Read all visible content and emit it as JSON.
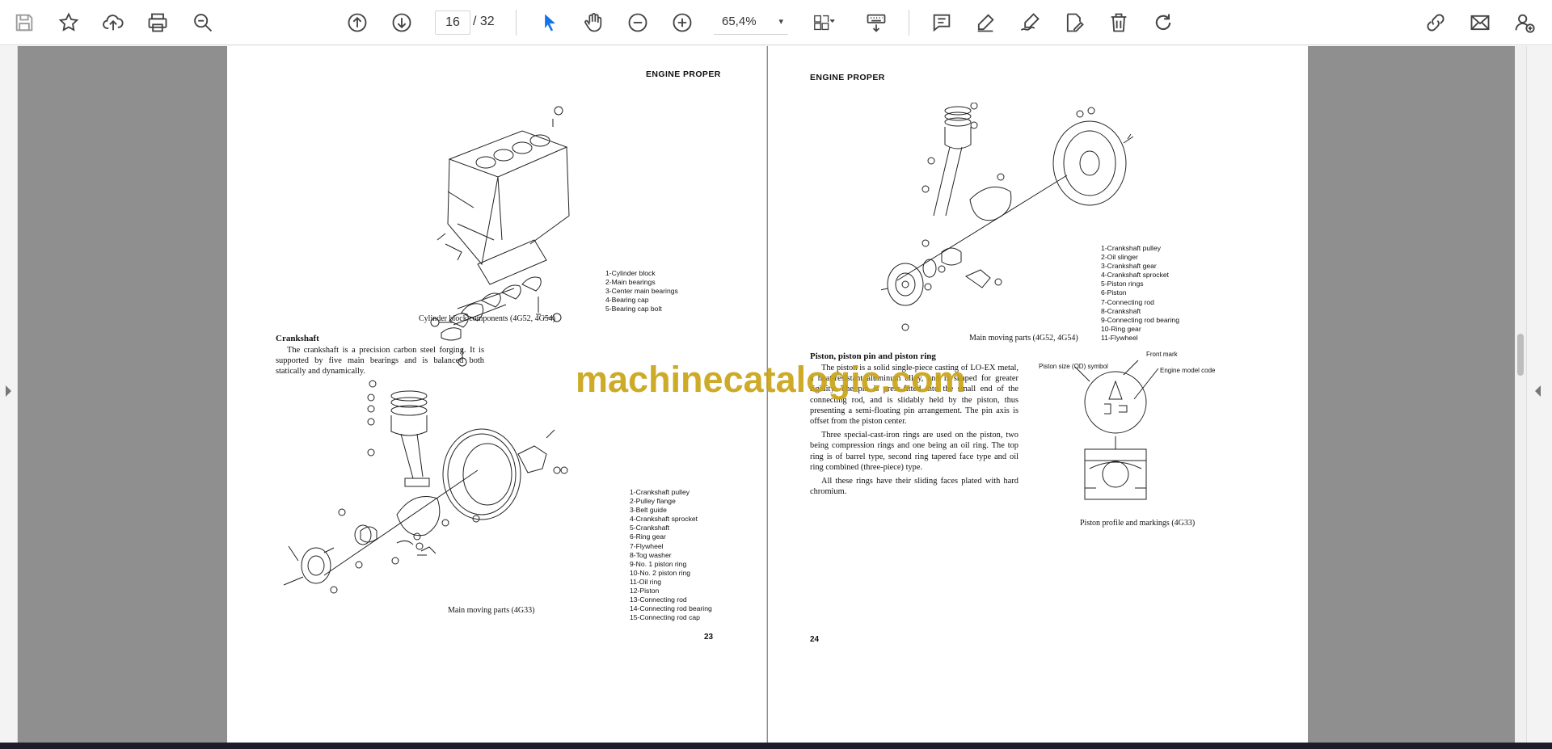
{
  "toolbar": {
    "current_page": "16",
    "total_pages": "/ 32",
    "zoom": "65,4%",
    "zoom_caret": "▾",
    "accent_color": "#1473e6"
  },
  "left_page": {
    "running_head": "ENGINE PROPER",
    "figure1_caption": "Cylinder block components (4G52, 4G54)",
    "figure1_legend": [
      "1-Cylinder block",
      "2-Main bearings",
      "3-Center main bearings",
      "4-Bearing cap",
      "5-Bearing cap bolt"
    ],
    "section_heading": "Crankshaft",
    "section_text": "The crankshaft is a precision carbon steel forging. It is supported by five main bearings and is balanced both statically and dynamically.",
    "figure2_caption": "Main moving parts (4G33)",
    "figure2_legend": [
      "1-Crankshaft pulley",
      "2-Pulley flange",
      "3-Belt guide",
      "4-Crankshaft sprocket",
      "5-Crankshaft",
      "6-Ring gear",
      "7-Flywheel",
      "8-Tog washer",
      "9-No. 1 piston ring",
      "10-No. 2 piston ring",
      "11-Oil ring",
      "12-Piston",
      "13-Connecting rod",
      "14-Connecting rod bearing",
      "15-Connecting rod cap"
    ],
    "page_number": "23"
  },
  "right_page": {
    "running_head": "ENGINE PROPER",
    "figure1_caption": "Main moving parts (4G52, 4G54)",
    "figure1_legend": [
      "1-Crankshaft pulley",
      "2-Oil slinger",
      "3-Crankshaft gear",
      "4-Crankshaft sprocket",
      "5-Piston rings",
      "6-Piston",
      "7-Connecting rod",
      "8-Crankshaft",
      "9-Connecting rod bearing",
      "10-Ring gear",
      "11-Flywheel"
    ],
    "section_heading": "Piston, piston pin and piston ring",
    "paragraphs": [
      "The piston is a solid single-piece casting of LO-EX metal, a heat-resistant aluminum alloy, and is shaped for greater rigidity. The pin is press-fitted into the small end of the connecting rod, and is slidably held by the piston, thus presenting a semi-floating pin arrangement. The pin axis is offset from the piston center.",
      "Three special-cast-iron rings are used on the piston, two being compression rings and one being an oil ring. The top ring is of barrel type, second ring tapered face type and oil ring combined (three-piece) type.",
      "All these rings have their sliding faces plated with hard chromium."
    ],
    "label_front_mark": "Front mark",
    "label_piston_size": "Piston size (OD) symbol",
    "label_engine_model": "Engine model code",
    "figure2_caption": "Piston profile and markings (4G33)",
    "page_number": "24"
  },
  "watermark": "machinecatalogic.com"
}
